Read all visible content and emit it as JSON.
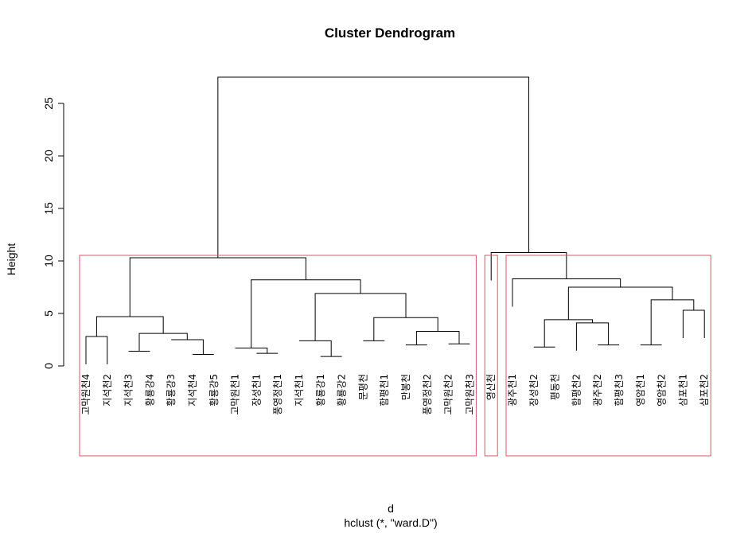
{
  "chart_data": {
    "type": "dendrogram",
    "title": "Cluster Dendrogram",
    "xlabel": "d",
    "sub": "hclust (*, \"ward.D\")",
    "ylabel": "Height",
    "ylim": [
      0,
      27.5
    ],
    "yticks": [
      0,
      5,
      10,
      15,
      20,
      25
    ],
    "leaves": [
      "고막원천4",
      "지석천2",
      "지석천3",
      "황룡강4",
      "황룡강3",
      "지석천4",
      "황룡강5",
      "고막원천1",
      "장성천1",
      "풍영정천1",
      "지석천1",
      "황룡강1",
      "황룡강2",
      "문평천",
      "함평천1",
      "만봉천",
      "풍영정천2",
      "고막원천2",
      "고막원천3",
      "영산천",
      "광주천1",
      "장성천2",
      "평동천",
      "함평천2",
      "광주천2",
      "함평천3",
      "영암천1",
      "영암천2",
      "삼포천1",
      "삼포천2"
    ],
    "merges": [
      {
        "a": "L0",
        "b": "L1",
        "h": 2.8
      },
      {
        "a": "L2",
        "b": "L3",
        "h": 1.4
      },
      {
        "a": "L5",
        "b": "L6",
        "h": 1.1
      },
      {
        "a": "L4",
        "b": "M2",
        "h": 2.5
      },
      {
        "a": "M1",
        "b": "M3",
        "h": 3.1
      },
      {
        "a": "M0",
        "b": "M4",
        "h": 4.7
      },
      {
        "a": "L8",
        "b": "L9",
        "h": 1.2
      },
      {
        "a": "L7",
        "b": "M6",
        "h": 1.7
      },
      {
        "a": "L11",
        "b": "L12",
        "h": 0.9
      },
      {
        "a": "L10",
        "b": "M8",
        "h": 2.4
      },
      {
        "a": "L13",
        "b": "L14",
        "h": 2.4
      },
      {
        "a": "L15",
        "b": "L16",
        "h": 2.0
      },
      {
        "a": "L17",
        "b": "L18",
        "h": 2.1
      },
      {
        "a": "M11",
        "b": "M12",
        "h": 3.3
      },
      {
        "a": "M10",
        "b": "M13",
        "h": 4.6
      },
      {
        "a": "M9",
        "b": "M14",
        "h": 6.9
      },
      {
        "a": "M7",
        "b": "M15",
        "h": 8.2
      },
      {
        "a": "M5",
        "b": "M16",
        "h": 10.3
      },
      {
        "a": "L21",
        "b": "L22",
        "h": 1.8
      },
      {
        "a": "L24",
        "b": "L25",
        "h": 2.0
      },
      {
        "a": "L23",
        "b": "M19",
        "h": 4.1
      },
      {
        "a": "M18",
        "b": "M20",
        "h": 4.4
      },
      {
        "a": "L26",
        "b": "L27",
        "h": 2.0
      },
      {
        "a": "L28",
        "b": "L29",
        "h": 5.3
      },
      {
        "a": "M22",
        "b": "M23",
        "h": 6.3
      },
      {
        "a": "M21",
        "b": "M24",
        "h": 7.5
      },
      {
        "a": "L20",
        "b": "M25",
        "h": 8.3
      },
      {
        "a": "L19",
        "b": "M26",
        "h": 10.8
      },
      {
        "a": "M17",
        "b": "M27",
        "h": 27.5
      }
    ],
    "rect_groups": [
      [
        0,
        18
      ],
      [
        19,
        19
      ],
      [
        20,
        29
      ]
    ],
    "rect_color": "#df536b",
    "line_color": "#000000"
  }
}
